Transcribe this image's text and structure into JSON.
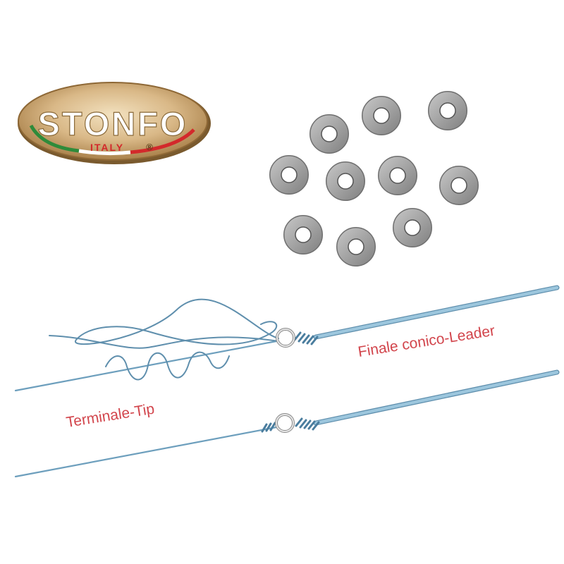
{
  "logo": {
    "brand": "STONFO",
    "sub": "ITALY",
    "mark": "®"
  },
  "colors": {
    "line": "#8ab6cf",
    "line_dark": "#5f8fad",
    "ring_fill": "#9b9b9b",
    "ring_edge": "#6f6f6f",
    "label": "#d2454c",
    "logo_bg": "#c9a572",
    "flag_green": "#2e8b3a",
    "flag_red": "#d3292b"
  },
  "rings": {
    "count": 10
  },
  "labels": {
    "leader": "Finale conico-Leader",
    "tip": "Terminale-Tip"
  }
}
